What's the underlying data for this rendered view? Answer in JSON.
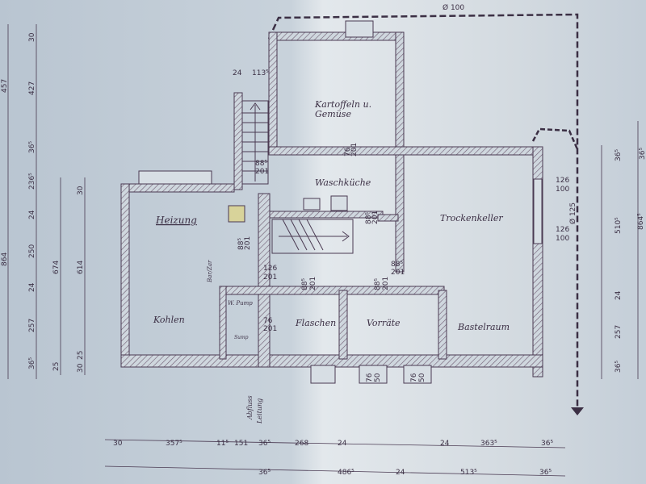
{
  "colors": {
    "paper": "#cbd5de",
    "paper_light": "#dfe5ea",
    "ink": "#4a3a52",
    "dim_ink": "#3b2f44"
  },
  "rooms": {
    "kartoffeln_1": "Kartoffeln u.",
    "kartoffeln_2": "Gemüse",
    "waschkueche": "Waschküche",
    "heizung": "Heizung",
    "trockenkeller": "Trockenkeller",
    "kohlen": "Kohlen",
    "flaschen": "Flaschen",
    "vorraete": "Vorräte",
    "bastelraum": "Bastelraum",
    "bar": "Bar/Zar",
    "pump": "W. Pump",
    "sump": "Sump"
  },
  "annotations": {
    "drain_1": "Abfluss",
    "drain_2": "Leitung",
    "pipe_top": "Ø 100",
    "pipe_right": "Ø 125"
  },
  "door_dims": {
    "d1_w": "88⁵",
    "d1_h": "201",
    "d2_w": "88⁵",
    "d2_h": "201",
    "d3_w": "88⁵",
    "d3_h": "201",
    "d4_w": "126",
    "d4_h": "201",
    "d5_w": "88⁵",
    "d5_h": "201",
    "d6_w": "88⁵",
    "d6_h": "201",
    "d7_w": "76",
    "d7_h": "201",
    "d8_w": "88⁵",
    "d8_h": "201",
    "d9_w": "76",
    "d9_h": "201",
    "win_r1_w": "126",
    "win_r1_h": "100",
    "win_r2_w": "126",
    "win_r2_h": "100",
    "win_b1_w": "76",
    "win_b1_h": "50",
    "win_b2_w": "76",
    "win_b2_h": "50"
  },
  "dims_top": {
    "a": "24",
    "b": "113⁵"
  },
  "dims_bottom_row1": [
    "30",
    "357⁵",
    "11⁵",
    "151",
    "36⁵",
    "268",
    "24",
    "24",
    "363⁵",
    "36⁵"
  ],
  "dims_bottom_row2": [
    "36⁵",
    "486⁵",
    "24",
    "513⁵",
    "36⁵"
  ],
  "dims_left_outer": [
    "457",
    "864"
  ],
  "dims_left_row": [
    "30",
    "427",
    "36⁵",
    "236⁵",
    "24",
    "250",
    "24",
    "257",
    "36⁵"
  ],
  "dims_left_inner": [
    "674",
    "614",
    "30",
    "25",
    "25",
    "30"
  ],
  "dims_right": [
    "36⁵",
    "36⁵",
    "510⁵",
    "24",
    "257",
    "36⁵",
    "864⁵"
  ]
}
